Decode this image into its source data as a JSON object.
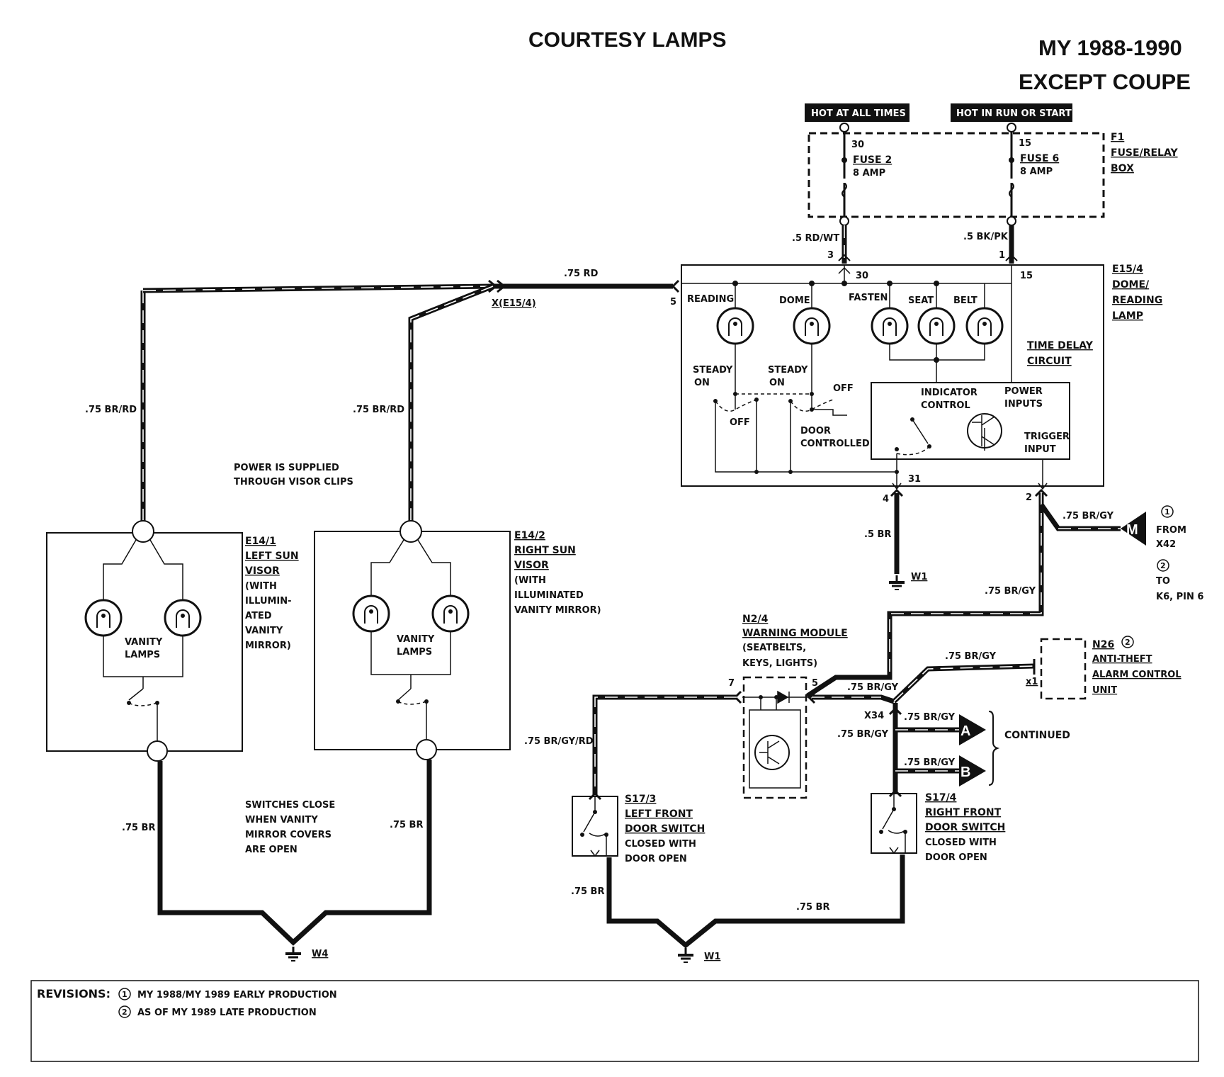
{
  "header": {
    "title": "COURTESY LAMPS",
    "model_years": "MY 1988-1990",
    "variant": "EXCEPT COUPE"
  },
  "power": {
    "hot_at_all_times": "HOT AT ALL TIMES",
    "hot_in_run": "HOT IN RUN OR START"
  },
  "fuse_box": {
    "id": "F1",
    "name1": "FUSE/RELAY",
    "name2": "BOX",
    "fuse2_terminal": "30",
    "fuse2_label": "FUSE 2",
    "fuse2_rating": "8 AMP",
    "fuse6_terminal": "15",
    "fuse6_label": "FUSE 6",
    "fuse6_rating": "8 AMP"
  },
  "dome_lamp": {
    "id": "E15/4",
    "name1": "DOME/",
    "name2": "READING",
    "name3": "LAMP",
    "pin3": "3",
    "pin1": "1",
    "pin5": "5",
    "pin4": "4",
    "pin2": "2",
    "term30": "30",
    "term15": "15",
    "term31": "31",
    "reading": "READING",
    "dome": "DOME",
    "fasten": "FASTEN",
    "seat": "SEAT",
    "belt": "BELT",
    "steady1": "STEADY",
    "on1": "ON",
    "steady2": "STEADY",
    "on2": "ON",
    "off1": "OFF",
    "off2": "OFF",
    "door1": "DOOR",
    "controlled": "CONTROLLED",
    "time_delay1": "TIME DELAY",
    "time_delay2": "CIRCUIT",
    "indicator1": "INDICATOR",
    "indicator2": "CONTROL",
    "power1": "POWER",
    "power2": "INPUTS",
    "trigger1": "TRIGGER",
    "trigger2": "INPUT"
  },
  "wires": {
    "rd_wt": ".5 RD/WT",
    "bk_pk": ".5 BK/PK",
    "rd": ".75 RD",
    "connector": "X(E15/4)",
    "br_rd_left": ".75 BR/RD",
    "br_rd_right": ".75 BR/RD",
    "br": ".5 BR",
    "br_gy1": ".75 BR/GY",
    "br_gy2": ".75 BR/GY",
    "br_gy3": ".75 BR/GY",
    "br_gy4": ".75 BR/GY",
    "br_gy5": ".75 BR/GY",
    "br_gy6": ".75 BR/GY",
    "br_gy7": ".75 BR/GY",
    "br_gy_rd": ".75 BR/GY/RD",
    "br_left1": ".75 BR",
    "br_left2": ".75 BR",
    "br_bottom1": ".75 BR",
    "br_bottom2": ".75 BR"
  },
  "notes": {
    "visor1": "POWER IS SUPPLIED",
    "visor2": "THROUGH VISOR CLIPS",
    "sw1": "SWITCHES CLOSE",
    "sw2": "WHEN VANITY",
    "sw3": "MIRROR COVERS",
    "sw4": "ARE OPEN"
  },
  "left_visor": {
    "id": "E14/1",
    "l1": "LEFT SUN",
    "l2": "VISOR",
    "l3": "(WITH",
    "l4": "ILLUMIN-",
    "l5": "ATED",
    "l6": "VANITY",
    "l7": "MIRROR)",
    "lamps1": "VANITY",
    "lamps2": "LAMPS"
  },
  "right_visor": {
    "id": "E14/2",
    "l1": "RIGHT SUN",
    "l2": "VISOR",
    "l3": "(WITH",
    "l4": "ILLUMINATED",
    "l5": "VANITY MIRROR)",
    "lamps1": "VANITY",
    "lamps2": "LAMPS"
  },
  "grounds": {
    "w1_top": "W1",
    "w4": "W4",
    "w1_bottom": "W1"
  },
  "source": {
    "m_letter": "M",
    "rev1": "1",
    "from": "FROM",
    "x42": "X42",
    "rev2": "2",
    "to": "TO",
    "k6": "K6, PIN 6"
  },
  "warning_module": {
    "id": "N2/4",
    "l1": "WARNING MODULE",
    "l2": "(SEATBELTS,",
    "l3": "KEYS, LIGHTS)",
    "pin7": "7",
    "pin5": "5"
  },
  "alarm": {
    "id": "N26",
    "rev": "2",
    "l1": "ANTI-THEFT",
    "l2": "ALARM CONTROL",
    "l3": "UNIT",
    "pin": "x1"
  },
  "splice": {
    "id": "X34",
    "a": "A",
    "b": "B",
    "continued": "CONTINUED"
  },
  "left_door": {
    "id": "S17/3",
    "l1": "LEFT FRONT",
    "l2": "DOOR SWITCH",
    "l3": "CLOSED WITH",
    "l4": "DOOR OPEN"
  },
  "right_door": {
    "id": "S17/4",
    "l1": "RIGHT FRONT",
    "l2": "DOOR SWITCH",
    "l3": "CLOSED WITH",
    "l4": "DOOR OPEN"
  },
  "revisions": {
    "label": "REVISIONS:",
    "n1": "1",
    "r1": "MY 1988/MY 1989 EARLY PRODUCTION",
    "n2": "2",
    "r2": "AS OF MY 1989 LATE PRODUCTION"
  }
}
